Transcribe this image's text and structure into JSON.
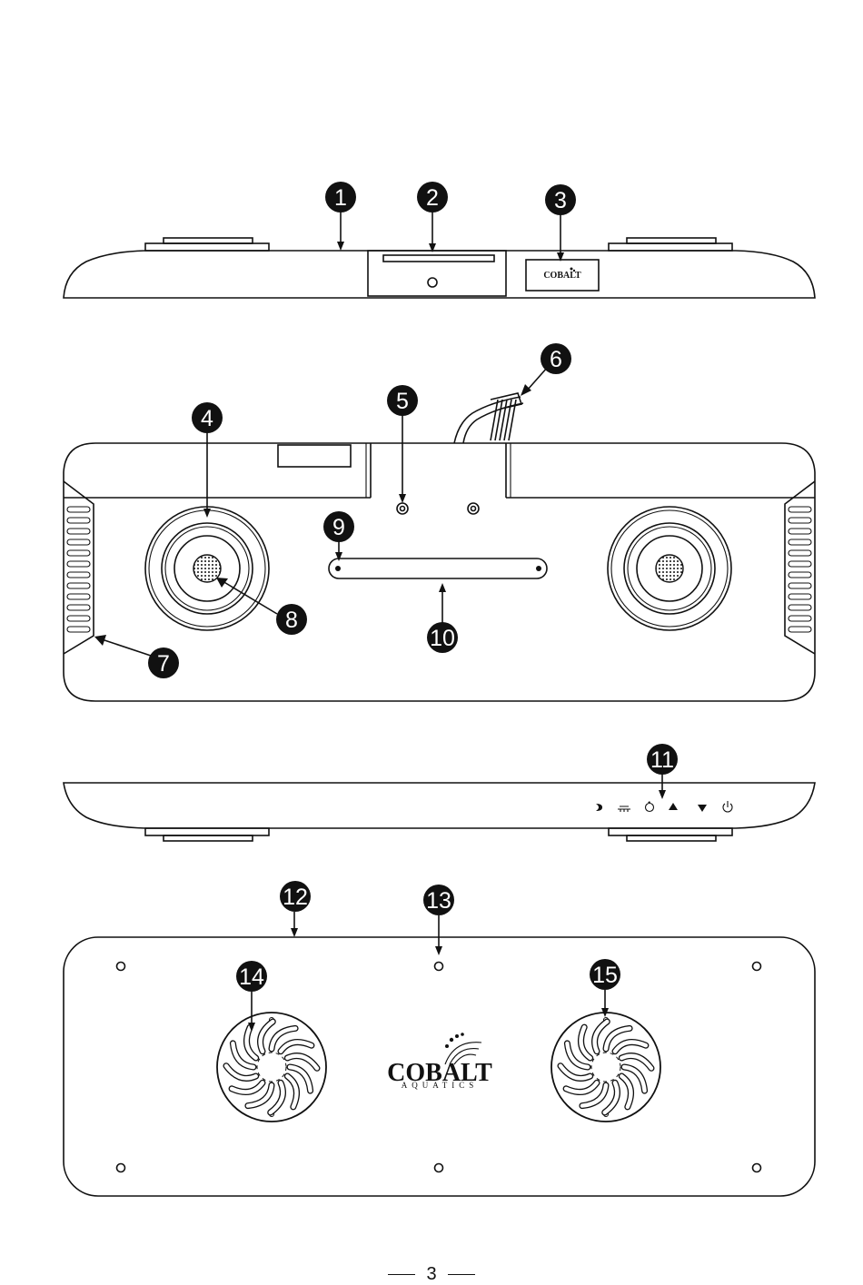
{
  "callouts": [
    "1",
    "2",
    "3",
    "4",
    "5",
    "6",
    "7",
    "8",
    "9",
    "10",
    "11",
    "12",
    "13",
    "14",
    "15"
  ],
  "logo": {
    "brand": "COBALT",
    "sub": "AQUATICS"
  },
  "page_number": "3"
}
